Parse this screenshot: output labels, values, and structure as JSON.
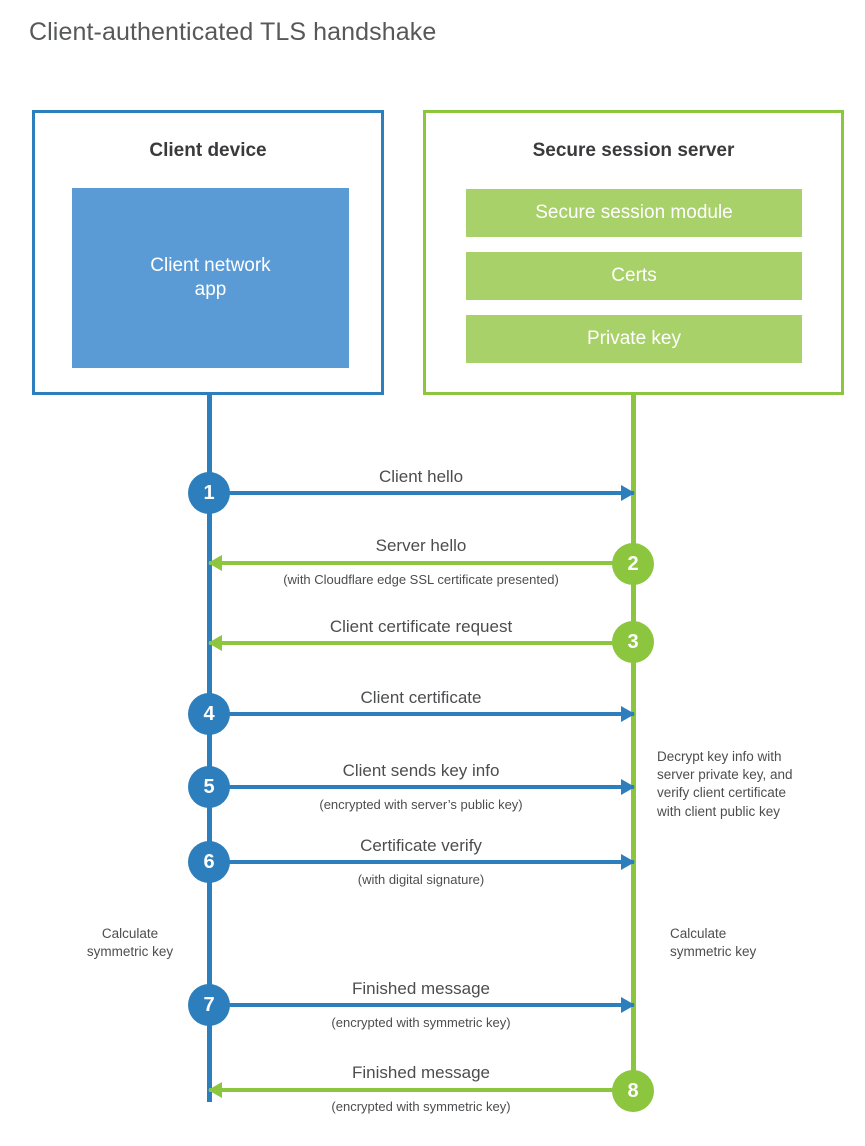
{
  "title": "Client-authenticated TLS handshake",
  "colors": {
    "blue_stroke": "#2d7ebc",
    "blue_fill": "#5b9bd5",
    "green_stroke": "#8cc63e",
    "green_fill": "#a9d169",
    "text": "#4c4d4f",
    "title_text": "#57585a"
  },
  "client_panel": {
    "title": "Client device",
    "app_label": "Client network\napp"
  },
  "server_panel": {
    "title": "Secure session server",
    "bars": [
      {
        "label": "Secure session module"
      },
      {
        "label": "Certs"
      },
      {
        "label": "Private key"
      }
    ]
  },
  "steps": [
    {
      "number": "1",
      "side": "client",
      "direction": "to-server",
      "label": "Client hello",
      "sublabel": ""
    },
    {
      "number": "2",
      "side": "server",
      "direction": "to-client",
      "label": "Server hello",
      "sublabel": "(with Cloudflare edge SSL certificate presented)"
    },
    {
      "number": "3",
      "side": "server",
      "direction": "to-client",
      "label": "Client certificate request",
      "sublabel": ""
    },
    {
      "number": "4",
      "side": "client",
      "direction": "to-server",
      "label": "Client certificate",
      "sublabel": ""
    },
    {
      "number": "5",
      "side": "client",
      "direction": "to-server",
      "label": "Client sends key info",
      "sublabel": "(encrypted with server’s public key)"
    },
    {
      "number": "6",
      "side": "client",
      "direction": "to-server",
      "label": "Certificate verify",
      "sublabel": "(with digital signature)"
    },
    {
      "number": "7",
      "side": "client",
      "direction": "to-server",
      "label": "Finished message",
      "sublabel": "(encrypted with symmetric key)"
    },
    {
      "number": "8",
      "side": "server",
      "direction": "to-client",
      "label": "Finished message",
      "sublabel": "(encrypted with symmetric key)"
    }
  ],
  "annotations": {
    "server_decrypt": "Decrypt key info with\nserver private key, and\nverify client certificate\nwith client public key",
    "client_calculate": "Calculate\nsymmetric key",
    "server_calculate": "Calculate\nsymmetric key"
  }
}
